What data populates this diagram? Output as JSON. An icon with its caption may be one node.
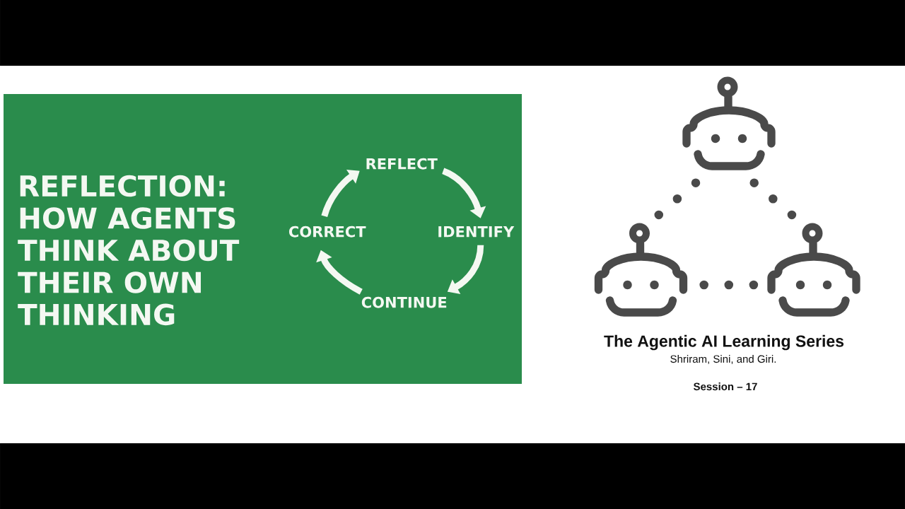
{
  "diagram": {
    "nodes": [
      {
        "text": [
          "REFLECTION: HOW AGENTS THINK ABOUT THEIR OWN THINKING"
        ]
      },
      {
        "text": [
          "REFLECT"
        ],
        "in": 0
      },
      {
        "text": [
          "IDENTIFY"
        ],
        "in": 0
      },
      {
        "text": [
          "CONTINUE"
        ],
        "in": 0
      },
      {
        "text": [
          "CORRECT"
        ],
        "in": 0
      },
      {
        "text": [],
        "shape": "robot"
      },
      {
        "text": [],
        "shape": "robot"
      },
      {
        "text": [],
        "shape": "robot"
      }
    ],
    "edges": [
      {
        "from": 1,
        "to": 2,
        "arrow": "to"
      },
      {
        "from": 2,
        "to": 3,
        "arrow": "to"
      },
      {
        "from": 3,
        "to": 4,
        "arrow": "to"
      },
      {
        "from": 4,
        "to": 1,
        "arrow": "to"
      },
      {
        "from": 5,
        "to": 6,
        "arrow": "none",
        "style": "dashed",
        "color": "#4a4a4a"
      },
      {
        "from": 5,
        "to": 7,
        "arrow": "none",
        "style": "dashed",
        "color": "#4a4a4a"
      },
      {
        "from": 6,
        "to": 7,
        "arrow": "none",
        "style": "dashed",
        "color": "#4a4a4a"
      }
    ],
    "labels": [
      "The Agentic AI Learning Series",
      "Shriram, Sini, and Giri.",
      "Session – 17"
    ]
  }
}
